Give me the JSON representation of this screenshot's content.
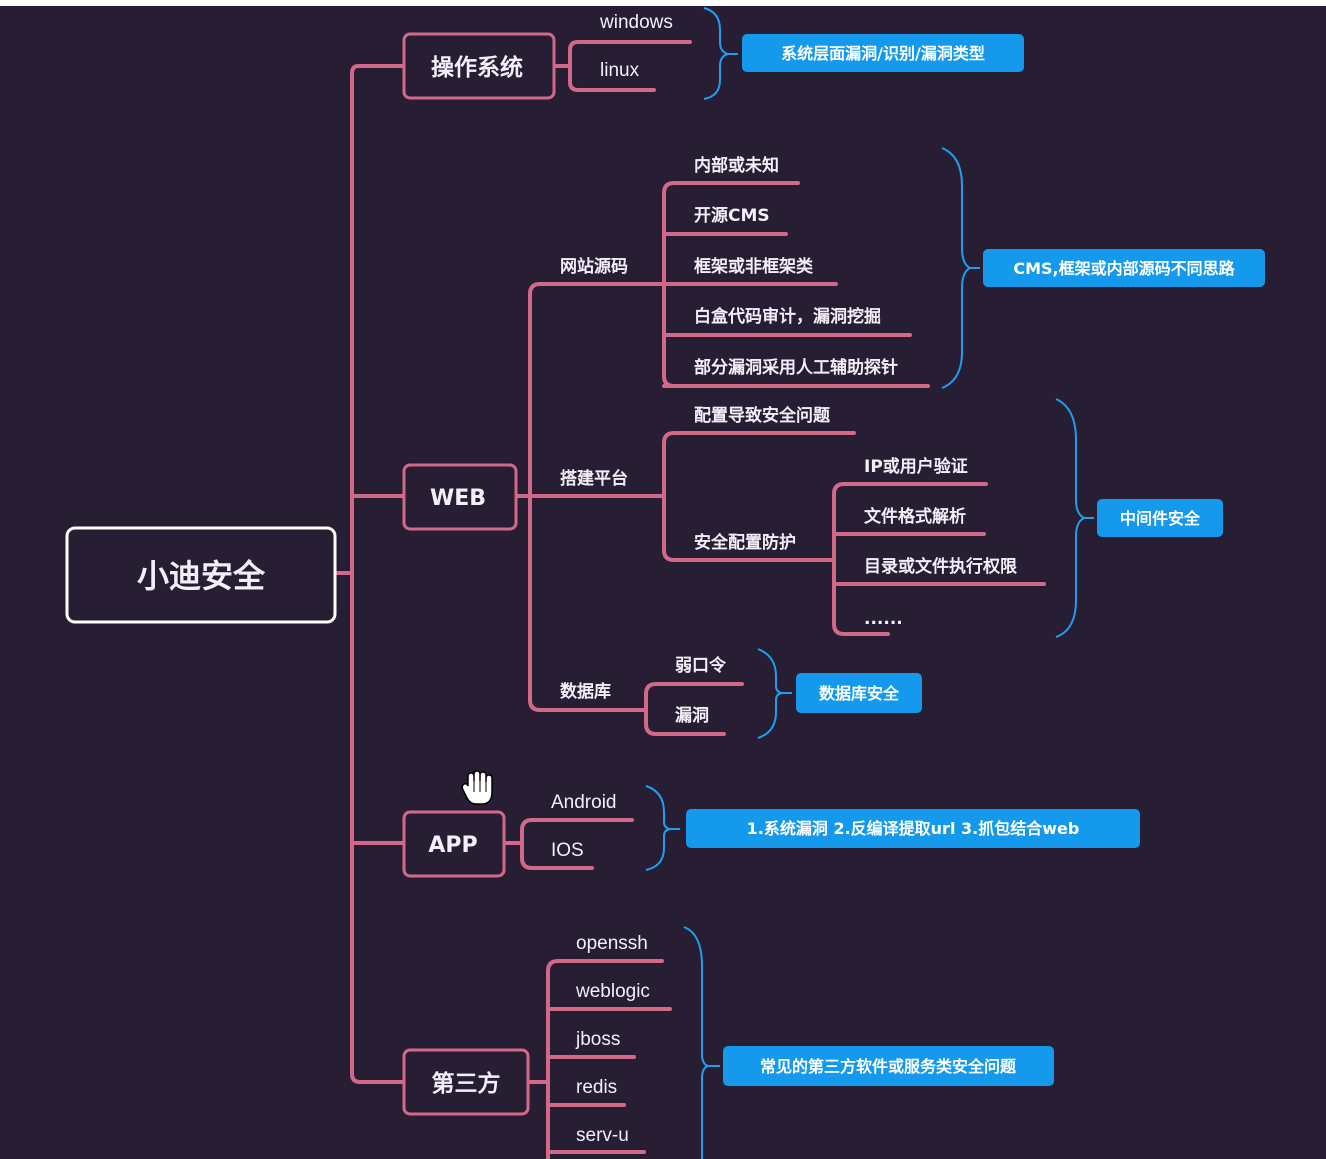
{
  "colors": {
    "background": "#271e34",
    "branch": "#d2698a",
    "node_border": "#d2698a",
    "root_border": "#ffffff",
    "bracket": "#1f9ef0",
    "callout_fill": "#1599ec",
    "text": "#f4eef8"
  },
  "root": {
    "label": "小迪安全"
  },
  "branches": {
    "os": {
      "label": "操作系统",
      "children": [
        "windows",
        "linux"
      ],
      "note": "系统层面漏洞/识别/漏洞类型"
    },
    "web": {
      "label": "WEB",
      "source": {
        "label": "网站源码",
        "children": [
          "内部或未知",
          "开源CMS",
          "框架或非框架类",
          "白盒代码审计，漏洞挖掘",
          "部分漏洞采用人工辅助探针"
        ],
        "note": "CMS,框架或内部源码不同思路"
      },
      "platform": {
        "label": "搭建平台",
        "config": "配置导致安全问题",
        "protect": {
          "label": "安全配置防护",
          "children": [
            "IP或用户验证",
            "文件格式解析",
            "目录或文件执行权限",
            "......"
          ]
        },
        "note": "中间件安全"
      },
      "database": {
        "label": "数据库",
        "children": [
          "弱口令",
          "漏洞"
        ],
        "note": "数据库安全"
      }
    },
    "app": {
      "label": "APP",
      "children": [
        "Android",
        "IOS"
      ],
      "note": "1.系统漏洞 2.反编译提取url 3.抓包结合web"
    },
    "third": {
      "label": "第三方",
      "children": [
        "openssh",
        "weblogic",
        "jboss",
        "redis",
        "serv-u"
      ],
      "note": "常见的第三方软件或服务类安全问题"
    }
  }
}
